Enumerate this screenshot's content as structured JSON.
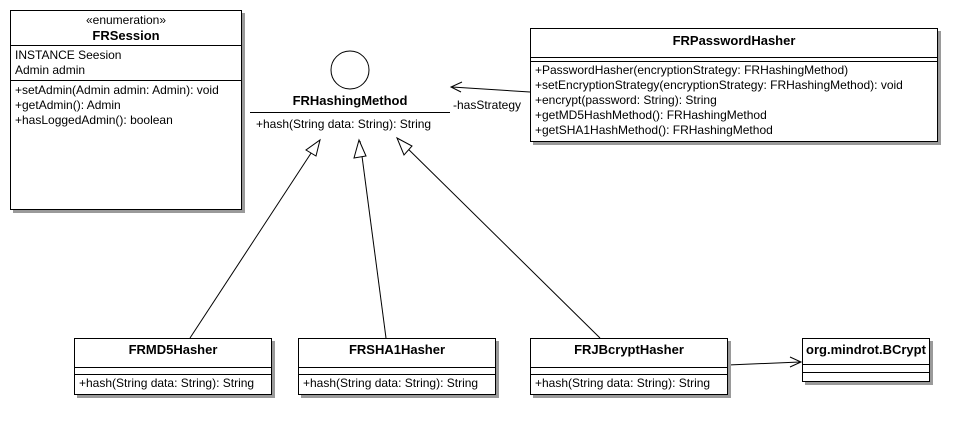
{
  "fr_session": {
    "stereotype": "«enumeration»",
    "name": "FRSession",
    "attributes": [
      "INSTANCE Seesion",
      "Admin admin"
    ],
    "operations": [
      "+setAdmin(Admin admin: Admin): void",
      "+getAdmin(): Admin",
      "+hasLoggedAdmin(): boolean"
    ]
  },
  "fr_hashing_method": {
    "name": "FRHashingMethod",
    "operations": [
      "+hash(String data: String): String"
    ]
  },
  "fr_password_hasher": {
    "name": "FRPasswordHasher",
    "operations": [
      "+PasswordHasher(encryptionStrategy: FRHashingMethod)",
      "+setEncryptionStrategy(encryptionStrategy: FRHashingMethod): void",
      "+encrypt(password: String): String",
      "+getMD5HashMethod(): FRHashingMethod",
      "+getSHA1HashMethod(): FRHashingMethod"
    ]
  },
  "association_label": "-hasStrategy",
  "fr_md5_hasher": {
    "name": "FRMD5Hasher",
    "operations": [
      "+hash(String data: String): String"
    ]
  },
  "fr_sha1_hasher": {
    "name": "FRSHA1Hasher",
    "operations": [
      "+hash(String data: String): String"
    ]
  },
  "fr_jbcrypt_hasher": {
    "name": "FRJBcryptHasher",
    "operations": [
      "+hash(String data: String): String"
    ]
  },
  "bcrypt": {
    "name": "org.mindrot.BCrypt"
  }
}
